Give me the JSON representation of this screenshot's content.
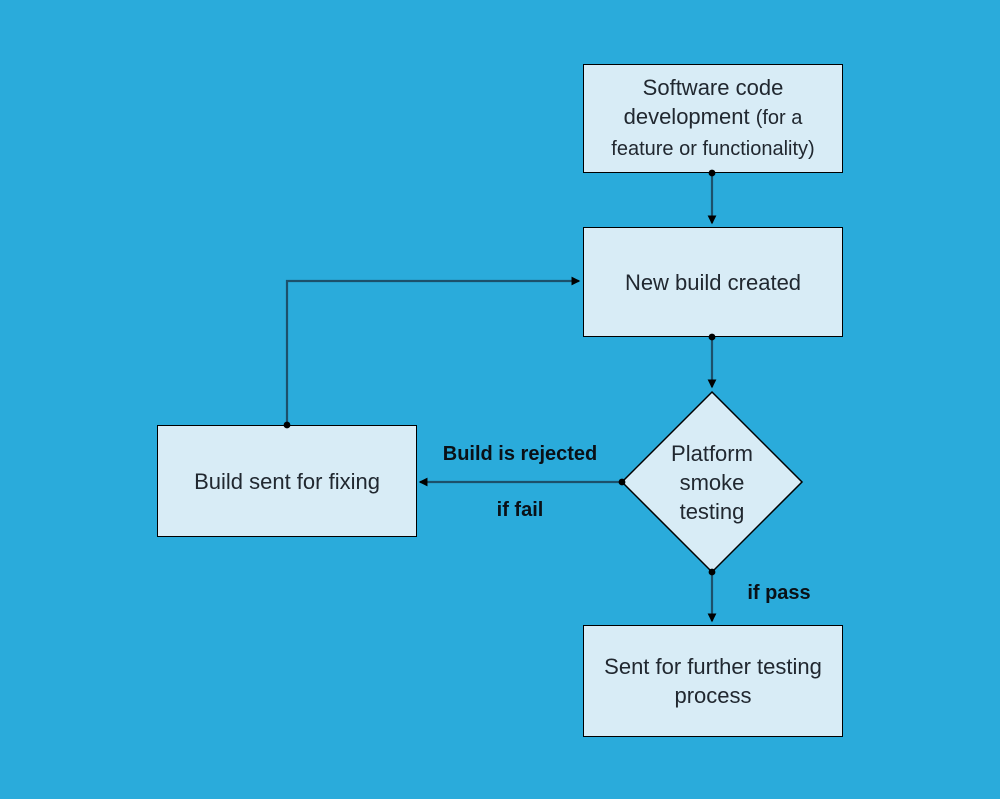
{
  "colors": {
    "background": "#2AABDB",
    "node_fill": "#D8ECF6",
    "node_border": "#000000",
    "connector": "#1C506B",
    "marker": "#000000",
    "text": "#212830",
    "label_text": "#0A1016"
  },
  "nodes": {
    "software_dev": {
      "title": "Software code development",
      "note": "(for a feature or functionality)"
    },
    "new_build": {
      "label": "New build created"
    },
    "smoke_testing": {
      "label": "Platform smoke testing"
    },
    "build_fix": {
      "label": "Build sent for fixing"
    },
    "further_testing": {
      "label": "Sent for further testing process"
    }
  },
  "edge_labels": {
    "rejected": "Build is rejected",
    "if_fail": "if fail",
    "if_pass": "if pass"
  },
  "edges": [
    {
      "from": "software_dev",
      "to": "new_build",
      "label": ""
    },
    {
      "from": "new_build",
      "to": "smoke_testing",
      "label": ""
    },
    {
      "from": "smoke_testing",
      "to": "build_fix",
      "label": "Build is rejected / if fail"
    },
    {
      "from": "build_fix",
      "to": "new_build",
      "label": ""
    },
    {
      "from": "smoke_testing",
      "to": "further_testing",
      "label": "if pass"
    }
  ]
}
